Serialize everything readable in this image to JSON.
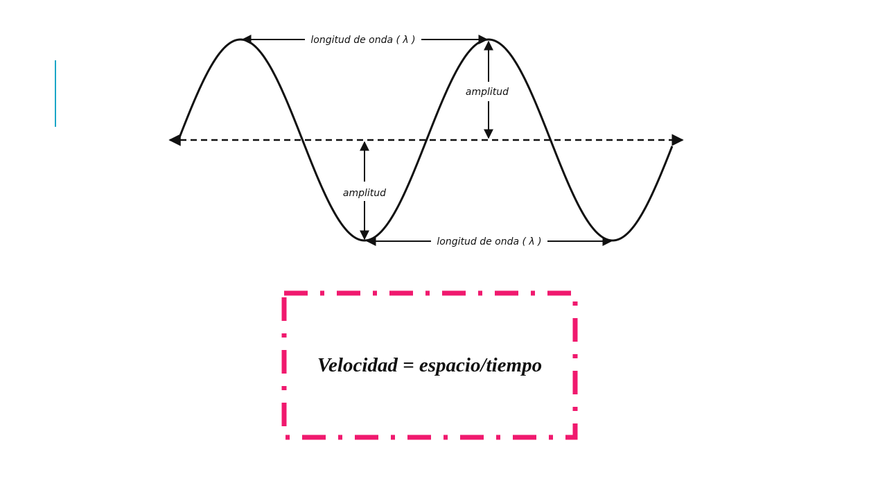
{
  "colors": {
    "accent": "#1aa6c7",
    "box_border": "#f0196e",
    "ink": "#111111"
  },
  "diagram": {
    "labels": {
      "wavelength_top": "longitud de onda ( λ )",
      "wavelength_bottom": "longitud de onda ( λ )",
      "amplitude_upper": "amplitud",
      "amplitude_lower": "amplitud"
    }
  },
  "formula": {
    "text": "Velocidad = espacio/tiempo"
  }
}
